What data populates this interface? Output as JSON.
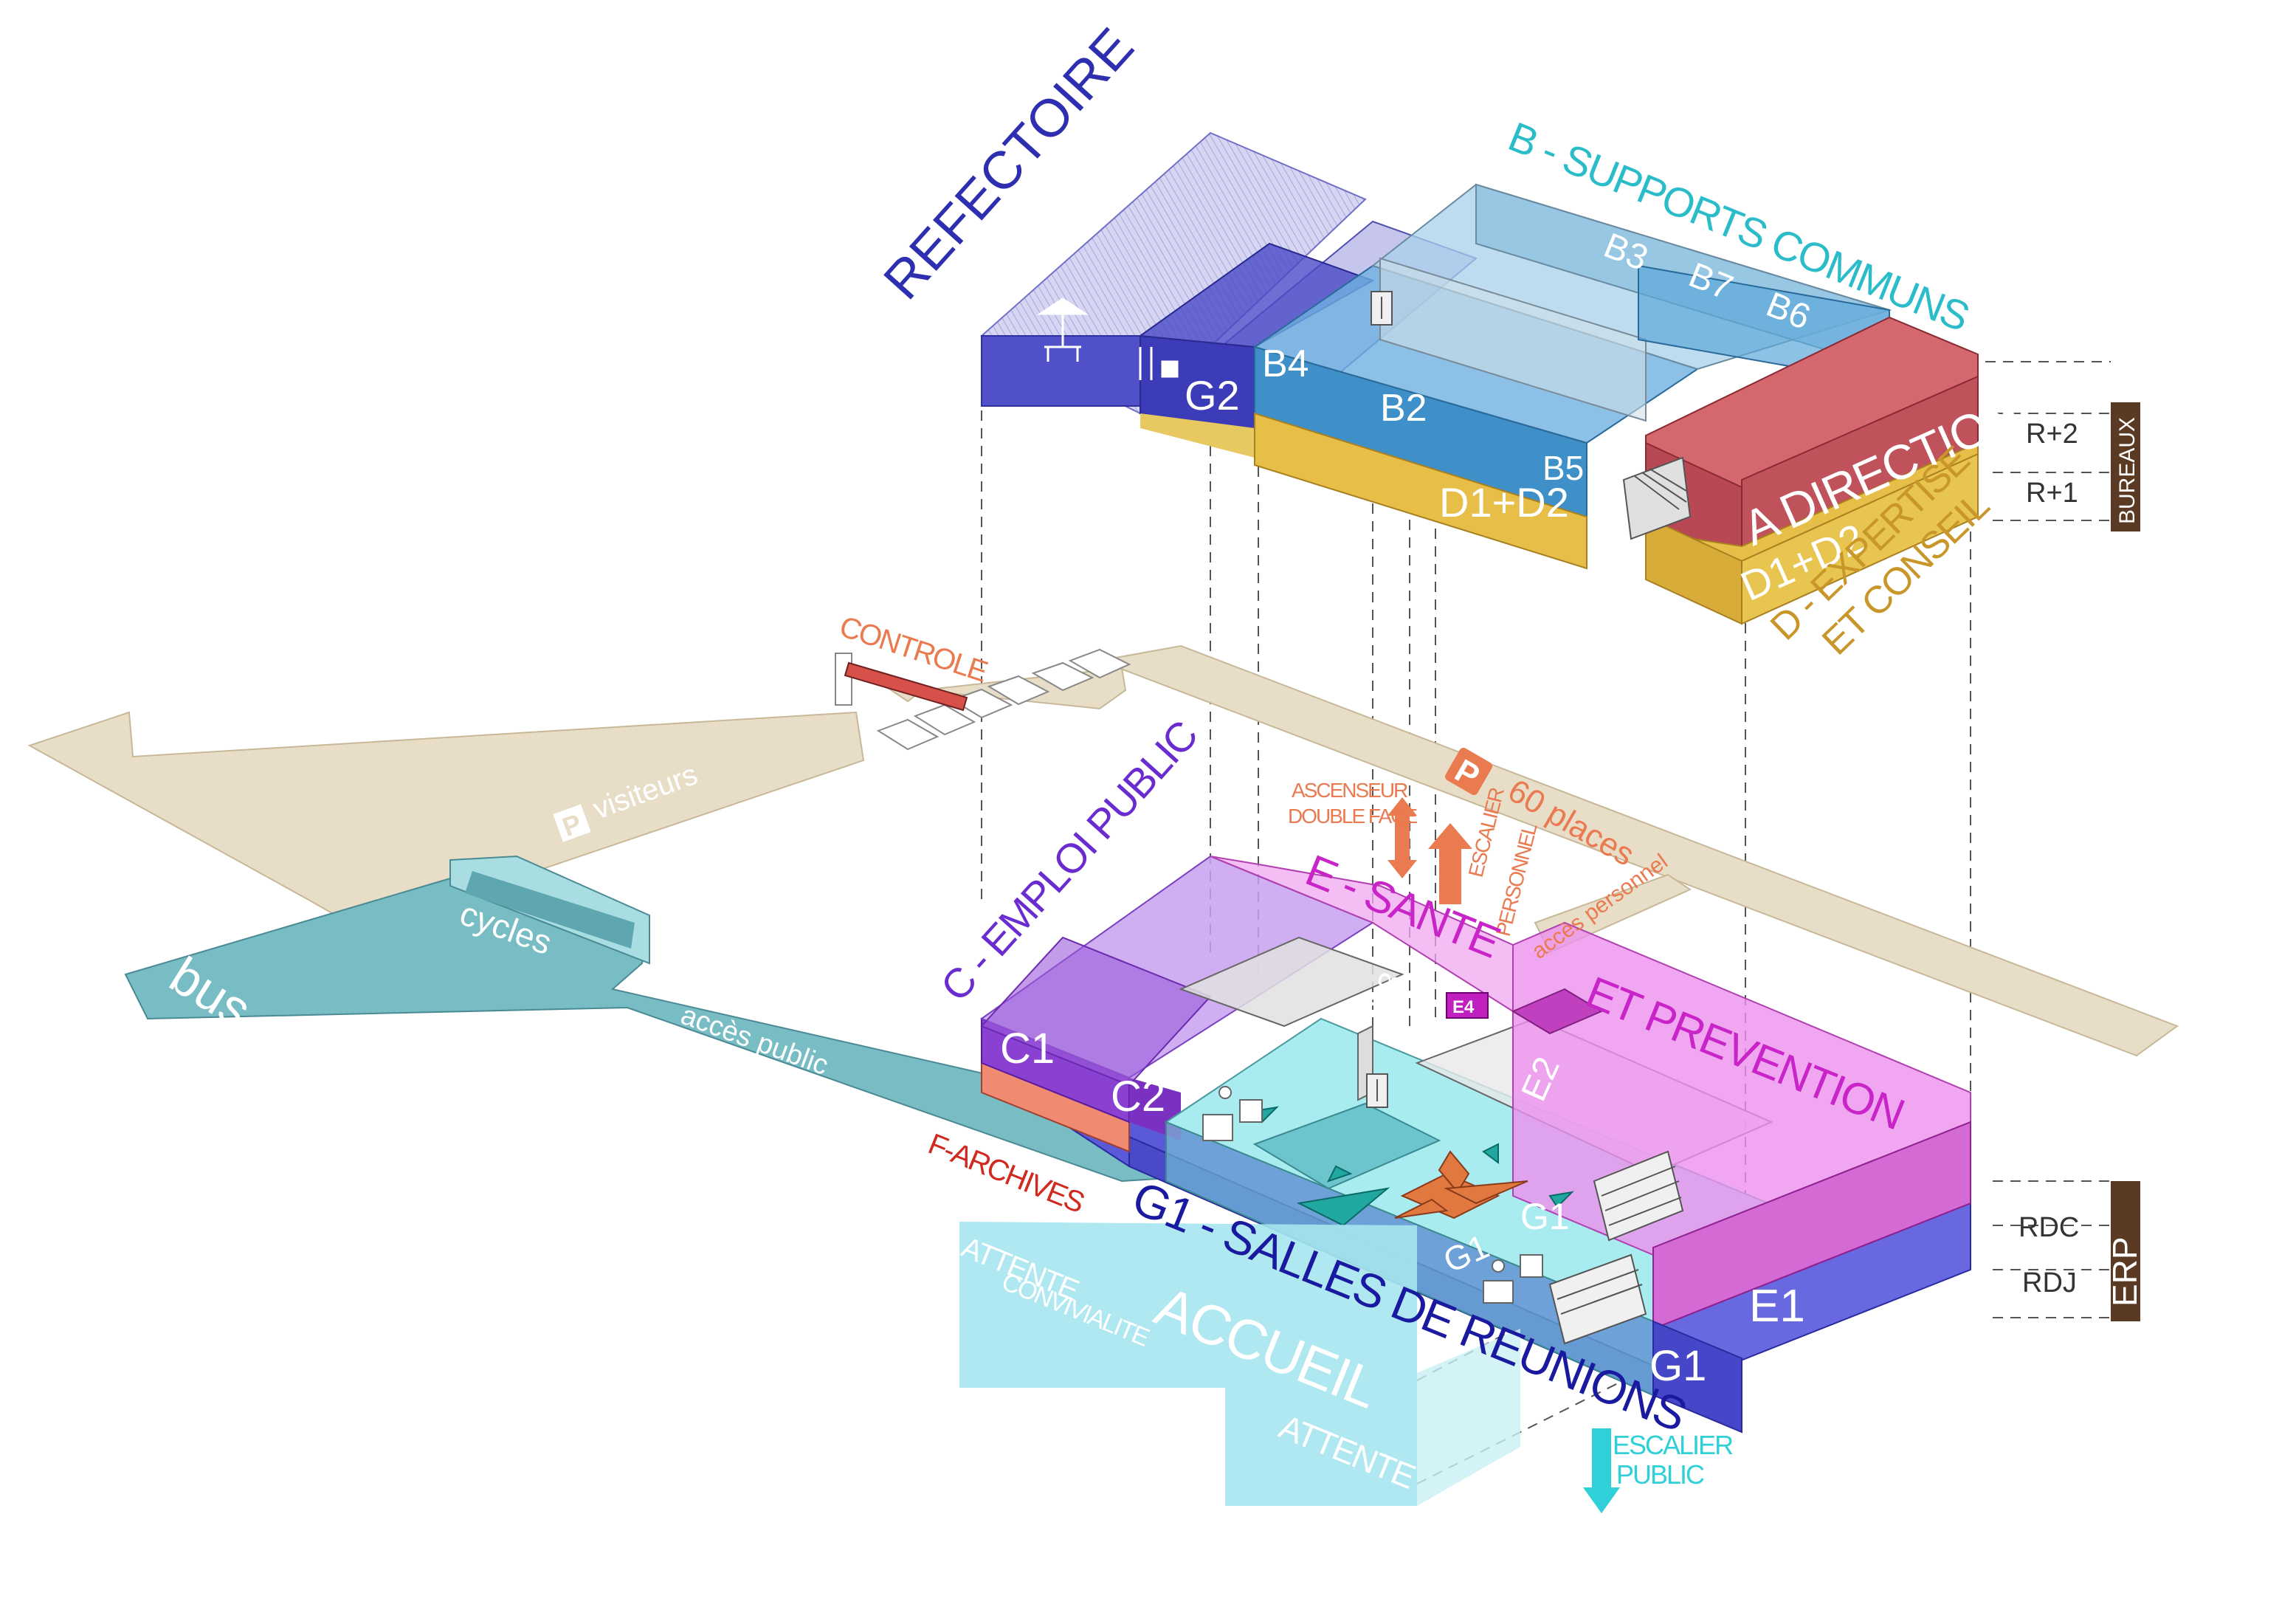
{
  "labels": {
    "refectoire": "REFECTOIRE",
    "supports_communs": "B - SUPPORTS COMMUNS",
    "b3": "B3",
    "b7": "B7",
    "b6": "B6",
    "b4": "B4",
    "b2": "B2",
    "b5": "B5",
    "g2": "G2",
    "d1d2_upper": "D1+D2",
    "d1d2_lower": "D1+D2",
    "direction": "A  DIRECTION",
    "expertise_1": "D - EXPERTISE",
    "expertise_2": "ET CONSEIL",
    "controle": "CONTROLE",
    "visiteurs": "visiteurs",
    "parking_letter": "P",
    "places": "60 places",
    "acces_personnel": "accès personnel",
    "ascenseur_1": "ASCENSEUR",
    "ascenseur_2": "DOUBLE FACE",
    "escalier_personnel_1": "ESCALIER",
    "escalier_personnel_2": "PERSONNEL",
    "cycles": "cycles",
    "bus": "bus",
    "acces_public": "accès public",
    "emploi_public": "C - EMPLOI PUBLIC",
    "e_sante": "E - SANTE",
    "et_prevention": "ET PREVENTION",
    "c1": "C1",
    "c2": "C2",
    "e3": "E3",
    "e4": "E4",
    "e2": "E2",
    "e1": "E1",
    "g1_a": "G1",
    "g1_b": "G1",
    "g1_c": "G1",
    "f_archives": "F-ARCHIVES",
    "salles": "G1 - SALLES DE REUNIONS",
    "attente_1": "ATTENTE",
    "convivialite": "CONVIVIALITE",
    "accueil": "ACCUEIL",
    "attente_2": "ATTENTE",
    "escalier_public_1": "ESCALIER",
    "escalier_public_2": "PUBLIC"
  },
  "levels": {
    "r2": "R+2",
    "r1": "R+1",
    "rdc": "RDC",
    "rdj": "RDJ",
    "bureaux": "BUREAUX",
    "erp": "ERP"
  },
  "colors": {
    "refectoire": "#2e2fb0",
    "supports": "#2bbcc9",
    "direction": "#b33a4c",
    "expertise": "#c9962a",
    "controle": "#ea7a50",
    "emploi": "#6a2bd0",
    "sante": "#c824c8",
    "archives": "#d02a20",
    "salles": "#1a1aa0",
    "accueil": "#a6e6ee",
    "level_tag": "#5a3a22"
  }
}
